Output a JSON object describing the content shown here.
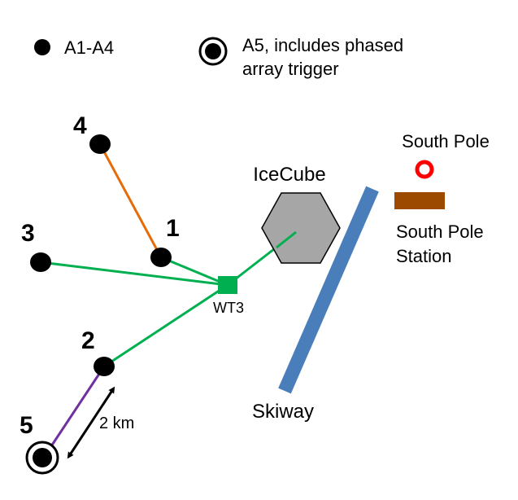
{
  "legend": {
    "small_label": "A1-A4",
    "phased_label_line1": "A5, includes phased",
    "phased_label_line2": "array trigger"
  },
  "stations": {
    "s1": "1",
    "s2": "2",
    "s3": "3",
    "s4": "4",
    "s5": "5"
  },
  "labels": {
    "icecube": "IceCube",
    "wt3": "WT3",
    "skiway": "Skiway",
    "south_pole": "South Pole",
    "station_line1": "South Pole",
    "station_line2": "Station",
    "distance": "2 km"
  },
  "colors": {
    "green_cable": "#00b050",
    "orange_cable": "#e46c0a",
    "purple_cable": "#7030a0",
    "skiway": "#4a7ebb",
    "icecube_fill": "#a6a6a6",
    "pole_ring": "#ff0000",
    "station_building": "#9c4a00"
  }
}
